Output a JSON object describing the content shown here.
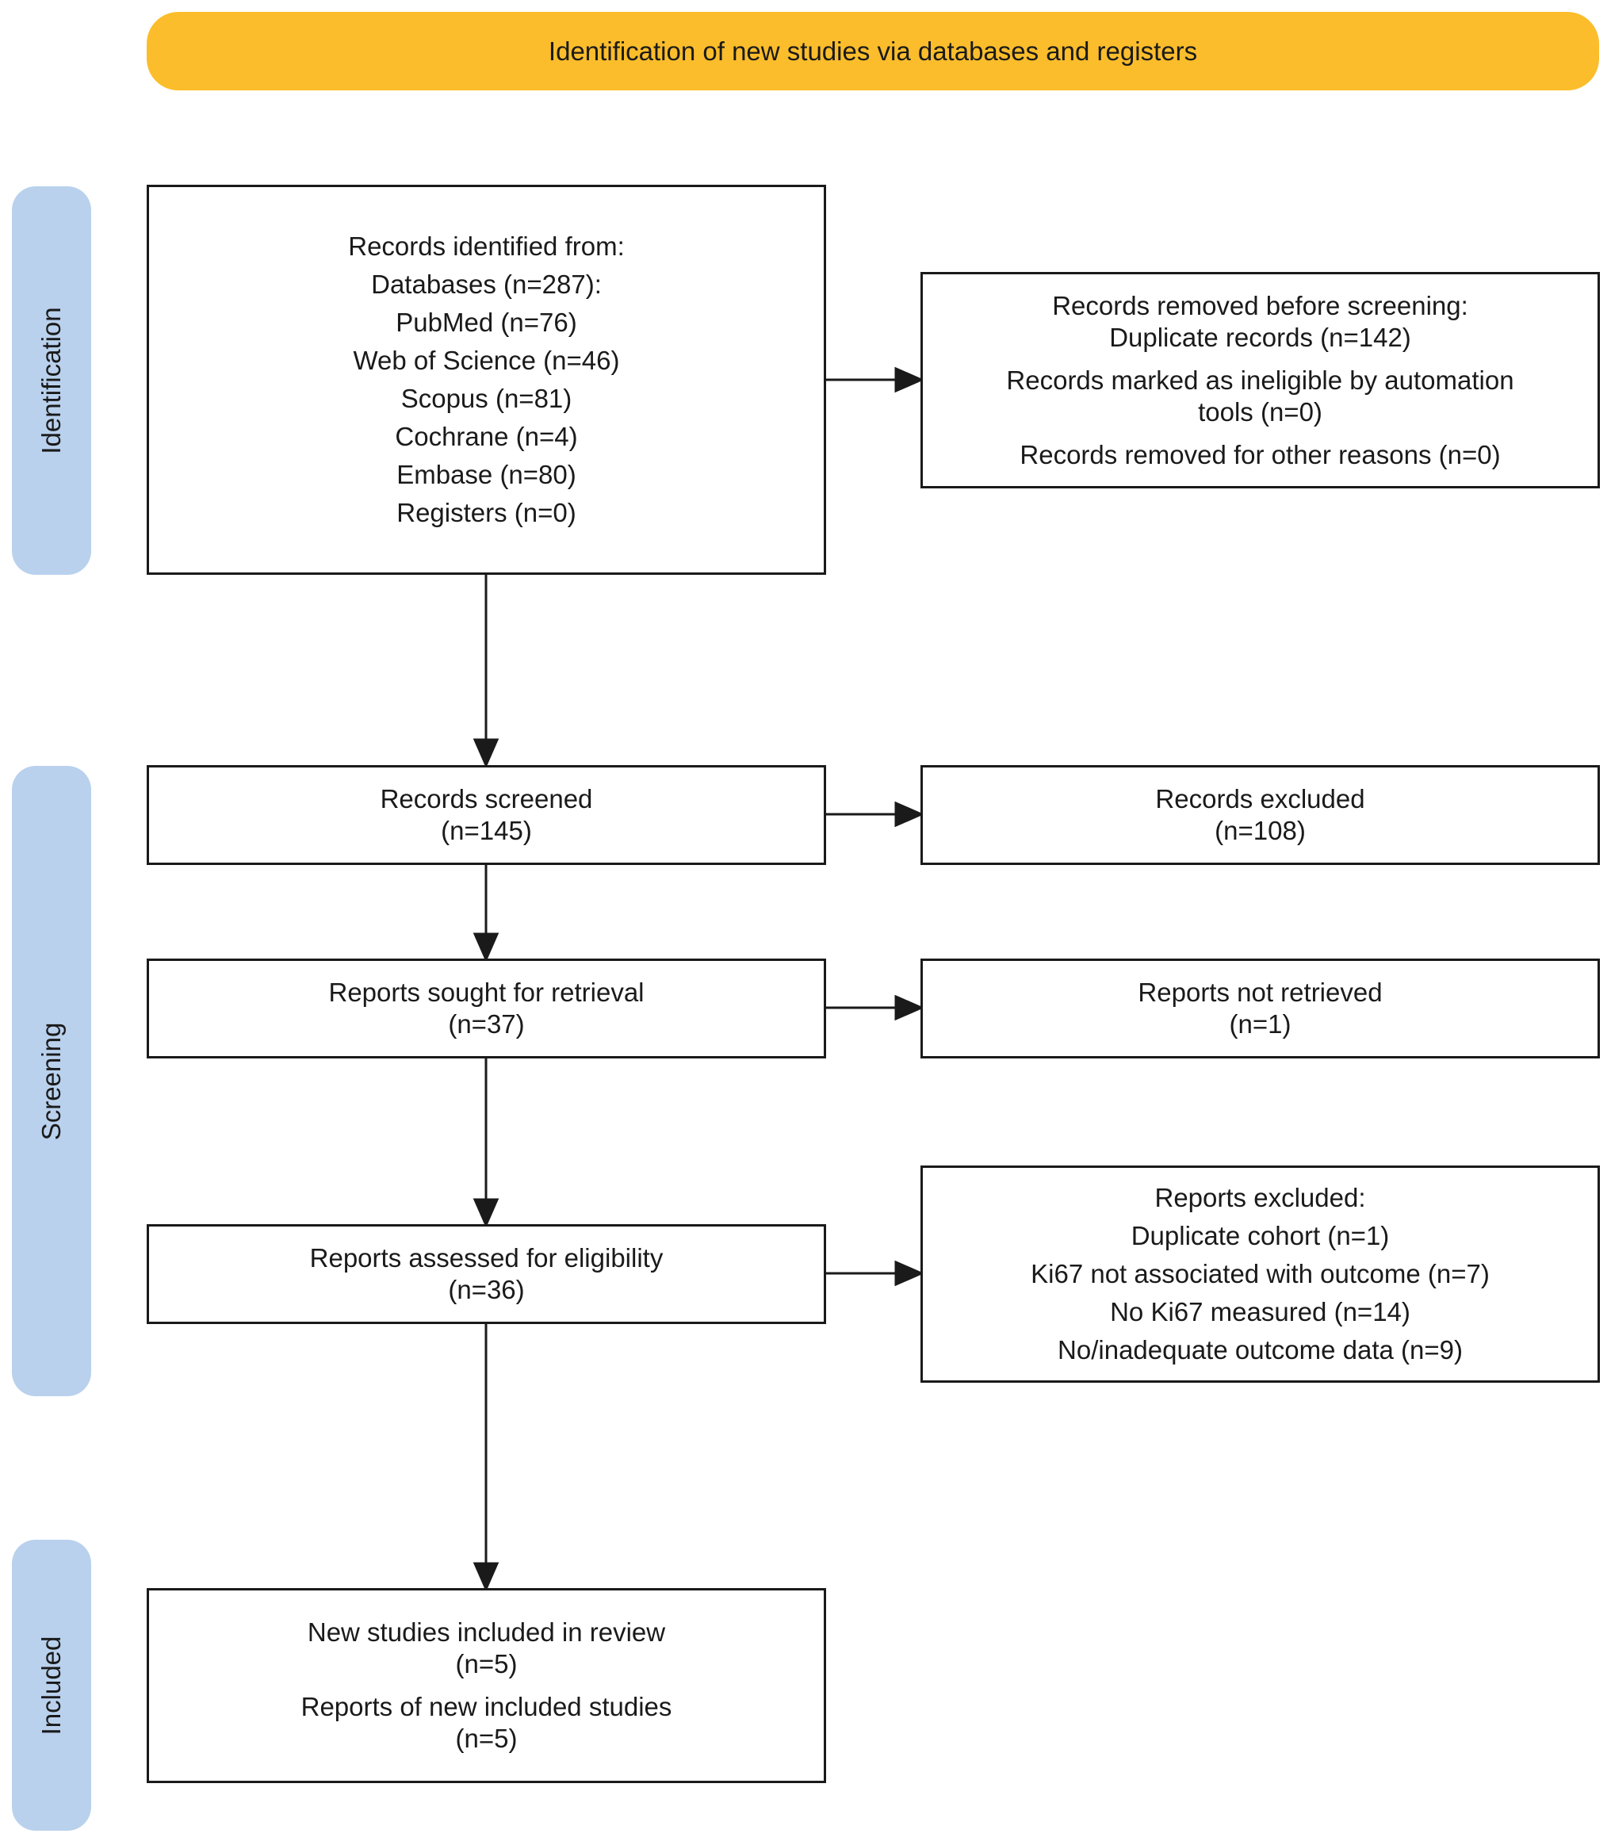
{
  "header": {
    "title": "Identification of new studies via databases and registers"
  },
  "stages": {
    "identification": "Identification",
    "screening": "Screening",
    "included": "Included"
  },
  "identified": {
    "heading": "Records identified from:",
    "databases": "Databases (n=287):",
    "pubmed": "PubMed (n=76)",
    "wos": "Web of Science (n=46)",
    "scopus": "Scopus (n=81)",
    "cochrane": "Cochrane (n=4)",
    "embase": "Embase (n=80)",
    "registers": "Registers (n=0)"
  },
  "removed": {
    "heading": "Records removed before screening:",
    "duplicates": "Duplicate records (n=142)",
    "automation_line1": "Records marked as ineligible by automation",
    "automation_line2": "tools (n=0)",
    "other": "Records removed for other reasons (n=0)"
  },
  "screened": {
    "label": "Records screened",
    "count": "(n=145)"
  },
  "excluded": {
    "label": "Records excluded",
    "count": "(n=108)"
  },
  "sought": {
    "label": "Reports sought for retrieval",
    "count": "(n=37)"
  },
  "not_retrieved": {
    "label": "Reports not retrieved",
    "count": "(n=1)"
  },
  "assessed": {
    "label": "Reports assessed for eligibility",
    "count": "(n=36)"
  },
  "reports_excluded": {
    "heading": "Reports excluded:",
    "duplicate_cohort": "Duplicate cohort (n=1)",
    "not_associated": "Ki67 not associated with outcome (n=7)",
    "not_measured": "No Ki67 measured (n=14)",
    "inadequate": "No/inadequate outcome data (n=9)"
  },
  "included": {
    "studies_label": "New studies included in review",
    "studies_count": "(n=5)",
    "reports_label": "Reports of new included studies",
    "reports_count": "(n=5)"
  }
}
